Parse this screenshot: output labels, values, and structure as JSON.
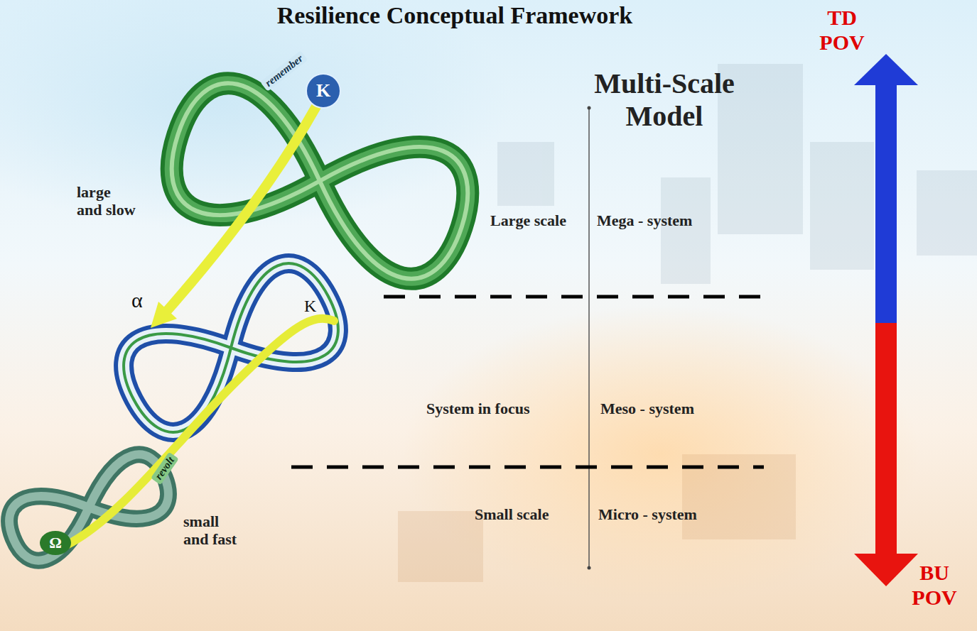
{
  "diagram": {
    "title": "Resilience Conceptual Framework",
    "labels": [
      "TD POV",
      "Multi-Scale Model",
      "K",
      "remember",
      "large and slow",
      "Large scale",
      "Mega - system",
      "α",
      "K",
      "System in focus",
      "Meso - system",
      "revolt",
      "small and fast",
      "Small scale",
      "Micro - system",
      "Ω",
      "BU POV"
    ]
  }
}
